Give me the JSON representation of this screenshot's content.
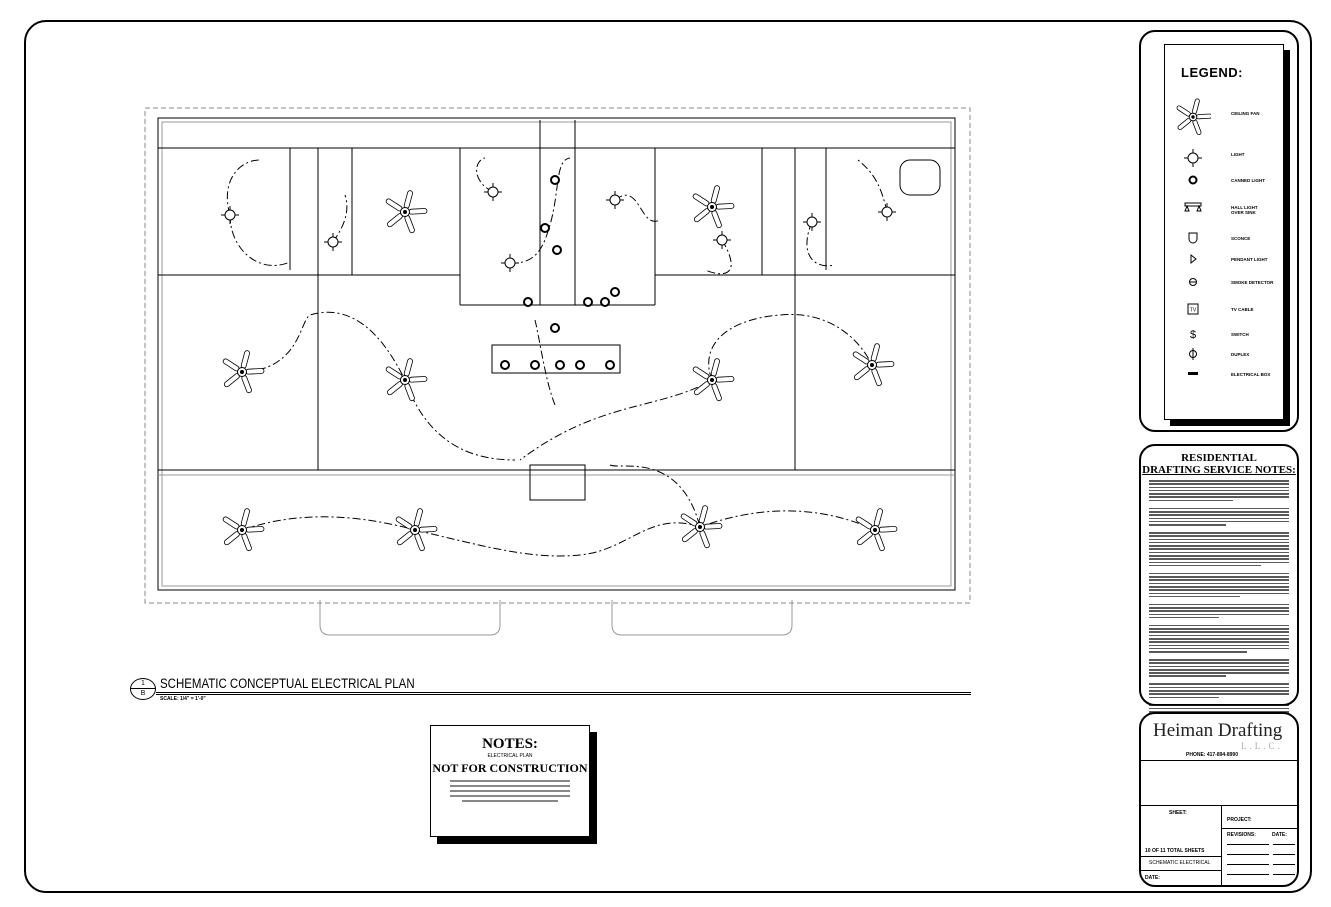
{
  "drawing": {
    "caption": {
      "detail_number": "1",
      "sheet_ref": "B",
      "title": "SCHEMATIC CONCEPTUAL ELECTRICAL PLAN",
      "scale": "SCALE: 1/4\" = 1'-0\""
    },
    "fan_count": 10
  },
  "notes": {
    "title": "NOTES:",
    "subtitle": "ELECTRICAL PLAN",
    "warning": "NOT FOR CONSTRUCTION"
  },
  "legend": {
    "title": "LEGEND:",
    "items": [
      {
        "icon": "ceiling-fan-icon",
        "label": "CEILING FAN"
      },
      {
        "icon": "light-icon",
        "label": "LIGHT"
      },
      {
        "icon": "canned-light-icon",
        "label": "CANNED LIGHT"
      },
      {
        "icon": "hall-light-icon",
        "label": "HALL LIGHT\nOVER SINK"
      },
      {
        "icon": "sconce-icon",
        "label": "SCONCE"
      },
      {
        "icon": "pendant-light-icon",
        "label": "PENDANT LIGHT"
      },
      {
        "icon": "smoke-detector-icon",
        "label": "SMOKE DETECTOR"
      },
      {
        "icon": "tv-cable-icon",
        "label": "TV CABLE"
      },
      {
        "icon": "switch-icon",
        "label": "SWITCH"
      },
      {
        "icon": "duplex-icon",
        "label": "DUPLEX"
      },
      {
        "icon": "electrical-box-icon",
        "label": "ELECTRICAL BOX"
      }
    ]
  },
  "service_notes": {
    "title_line1": "RESIDENTIAL",
    "title_line2": "DRAFTING SERVICE NOTES:"
  },
  "title_block": {
    "company": "Heiman Drafting",
    "company_suffix": "L.L.C.",
    "phone": "PHONE: 417-894-8990",
    "sheet_label": "SHEET:",
    "sheet_count": "10  OF  11  TOTAL SHEETS",
    "sheet_name": "SCHEMATIC ELECTRICAL",
    "date_label": "DATE:",
    "project_label": "PROJECT:",
    "revisions_label": "REVISIONS:",
    "revision_date_label": "DATE:"
  }
}
